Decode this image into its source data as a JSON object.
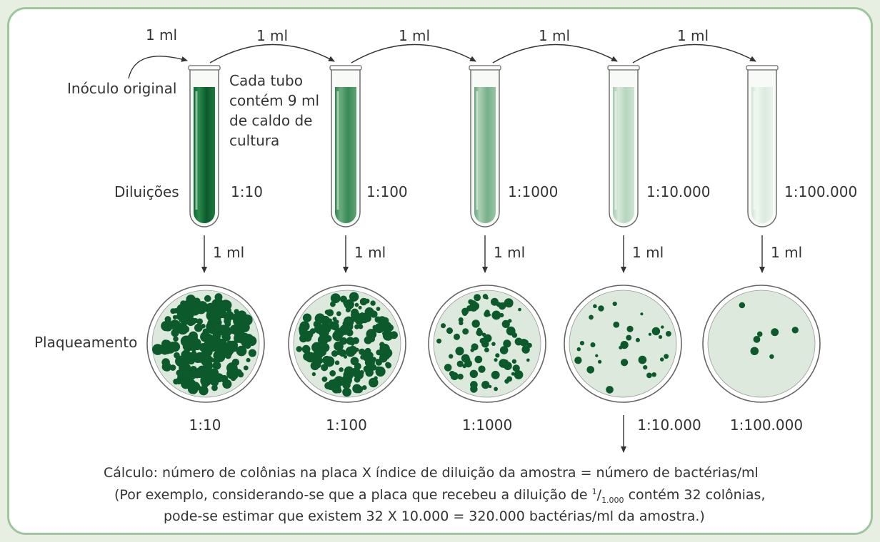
{
  "transfer_top": [
    "1 ml",
    "1 ml",
    "1 ml",
    "1 ml",
    "1 ml"
  ],
  "transfer_down": [
    "1 ml",
    "1 ml",
    "1 ml",
    "1 ml",
    "1 ml"
  ],
  "inoculum_label": "Inóculo original",
  "tube_note": [
    "Cada tubo",
    "contém 9 ml",
    "de caldo de",
    "cultura"
  ],
  "dilutions_label": "Diluições",
  "tube_dilutions": [
    "1:10",
    "1:100",
    "1:1000",
    "1:10.000",
    "1:100.000"
  ],
  "plating_label": "Plaqueamento",
  "plate_dilutions": [
    "1:10",
    "1:100",
    "1:1000",
    "1:10.000",
    "1:100.000"
  ],
  "calculation": {
    "line1": "Cálculo:  número de colônias na placa X índice de diluição da amostra = número de bactérias/ml",
    "line2_a": "(Por exemplo, considerando-se que a placa que recebeu a diluição de ",
    "frac_num": "1",
    "frac_sep": "/",
    "frac_den": "1.000",
    "line2_b": " contém 32 colônias,",
    "line3": "pode-se estimar que existem 32 X 10.000 = 320.000 bactérias/ml da amostra.)"
  },
  "colors": {
    "border": "#9fc59c",
    "dark_green": "#0c5a2c",
    "plate_fill": "#dde9dc",
    "text": "#333333"
  }
}
